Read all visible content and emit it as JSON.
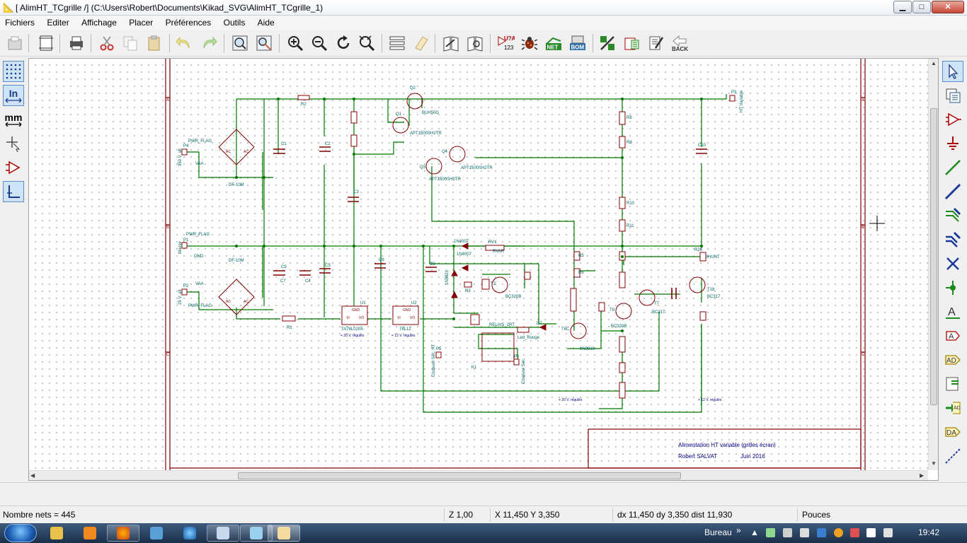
{
  "window": {
    "title": "[ AlimHT_TCgrille /] (C:\\Users\\Robert\\Documents\\Kikad_SVG\\AlimHT_TCgrille_1)",
    "minimize": "▁",
    "maximize": "□",
    "close": "✕"
  },
  "menu": [
    "Fichiers",
    "Editer",
    "Affichage",
    "Placer",
    "Préférences",
    "Outils",
    "Aide"
  ],
  "toolbar": {
    "u2a_top": "U?A",
    "u2a_bottom": "123",
    "net": "NET",
    "bom": "BOM",
    "back": "BACK"
  },
  "lefttoolbar": {
    "units_in": "In",
    "units_mm": "mm"
  },
  "schematic": {
    "title_block_line1": "Alimentation HT variable (grilles écran)",
    "title_block_author": "Robert SALVAT",
    "title_block_date": "Juin 2016",
    "labels": {
      "q2": "Q2",
      "buh": "BUH50G",
      "q1": "Q1",
      "apt1": "APT1500SH2TR",
      "q4": "Q4",
      "apt2": "APT1500SH2TR",
      "q3": "Q3",
      "apt3": "APT1500SH2TR",
      "r2": "R2",
      "pwr_flag1": "PWR_FLAG",
      "vaa1": "VAA",
      "df1": "DF-10M",
      "p4": "P4",
      "in350": "350 V. alt",
      "gnd_flag": "PWR_FLAG",
      "gnd": "GND",
      "masse": "Masse",
      "p1": "P1",
      "df2": "DF-10M",
      "p2": "P2",
      "vaa2": "VAA",
      "pwr_flag2": "PWR_FLAG",
      "in25": "25 V. alt",
      "r1": "R1",
      "u1": "U1",
      "u1_part": "TA78L020A",
      "u1_out": "+ 20 V. régulés",
      "u2": "U2",
      "u2_part": "78L12",
      "u2_out": "+ 12 V. régulés",
      "d5": "1N4007",
      "rv1": "RV1",
      "rvar": "RVAR",
      "d6": "1N5821",
      "d4": "1N4007",
      "t2": "T2",
      "bc": "BC320B",
      "relais": "RELAIS_2RT",
      "d7": "D7",
      "led": "Led_Rouge",
      "k1": "K1",
      "p5": "P5",
      "p6": "P6",
      "coupure1": "Coupure Sec. HT",
      "coupure2": "Coupure Sec.",
      "t8": "T8",
      "t7": "T7",
      "bc2": "BC320B",
      "bc3": "BC317",
      "t18": "T18",
      "bc317": "BC317",
      "t6c": "T6C",
      "j": "2N3819",
      "r26": "R26",
      "shunt": "SHUNT",
      "p3": "P3",
      "ht_var": "HT Variable",
      "plus20": "+ 20 V. régulés",
      "plus12": "+ 12 V. régulés",
      "r3": "R3",
      "r5": "R5",
      "r6": "R6",
      "r8": "R8",
      "r9": "R9",
      "r10": "R10",
      "r11": "R11",
      "c1": "C1",
      "c2": "C2",
      "c3": "C3",
      "c4": "C4",
      "c5": "C5",
      "c6": "C6",
      "c7": "C7",
      "c8": "C8",
      "c9": "C9",
      "c10": "C10"
    }
  },
  "status": {
    "nets": "Nombre nets = 445",
    "zoom": "Z 1,00",
    "xy": "X 11,450  Y 3,350",
    "dxy": "dx 11,450  dy 3,350  dist 11,930",
    "units": "Pouces"
  },
  "taskbar": {
    "bureau": "Bureau",
    "chevron": "»",
    "clock": "19:42"
  }
}
